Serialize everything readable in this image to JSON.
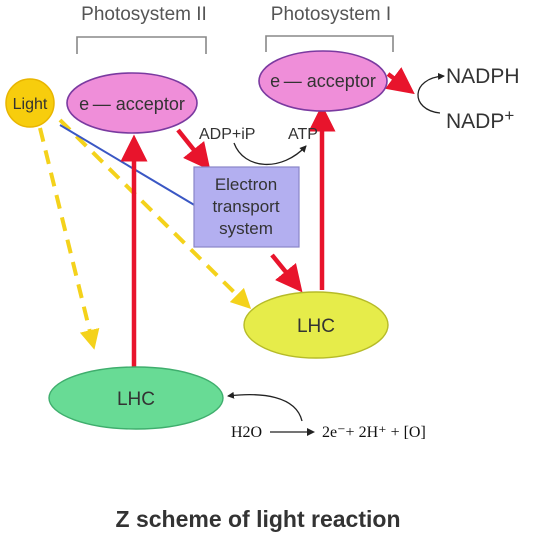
{
  "labels": {
    "photosystem_2": "Photosystem II",
    "photosystem_1": "Photosystem I",
    "light": "Light",
    "acceptor_ps2": "e — acceptor",
    "acceptor_ps1": "e — acceptor",
    "nadph": "NADPH",
    "nadp": "NADP",
    "nadp_superscript": "+",
    "adp": "ADP+iP",
    "atp": "ATP",
    "ets_line1": "Electron",
    "ets_line2": "transport",
    "ets_line3": "system",
    "lhc_ps1": "LHC",
    "lhc_ps2": "LHC",
    "water": "H2O",
    "water_products": "2e⁻+ 2H⁺ + [O]",
    "caption": "Z scheme of light reaction"
  },
  "colors": {
    "acceptor_fill": "#ef8ed9",
    "lhc_ps1_fill": "#e6ec4a",
    "lhc_ps2_fill": "#68db95",
    "ets_fill": "#b3aff0",
    "light_fill": "#f7cd0d",
    "red_arrow": "#e8142c",
    "yellow_arrow": "#f4d21b",
    "bracket": "#888888",
    "text": "#333333"
  }
}
